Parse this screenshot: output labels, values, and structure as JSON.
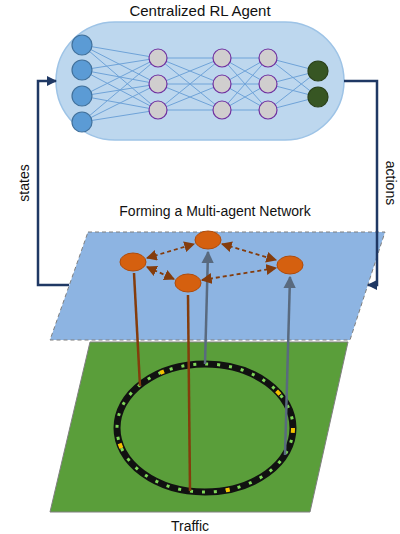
{
  "diagram": {
    "nodes": [
      {
        "text": [
          "Centralized RL Agent"
        ]
      },
      {
        "text": [
          "Forming a Multi-agent Network"
        ]
      },
      {
        "text": [
          "Traffic"
        ]
      }
    ],
    "edges": [
      {
        "from": 1,
        "to": 0,
        "arrow": "to",
        "label": "states"
      },
      {
        "from": 0,
        "to": 1,
        "arrow": "to",
        "label": "actions"
      }
    ]
  }
}
